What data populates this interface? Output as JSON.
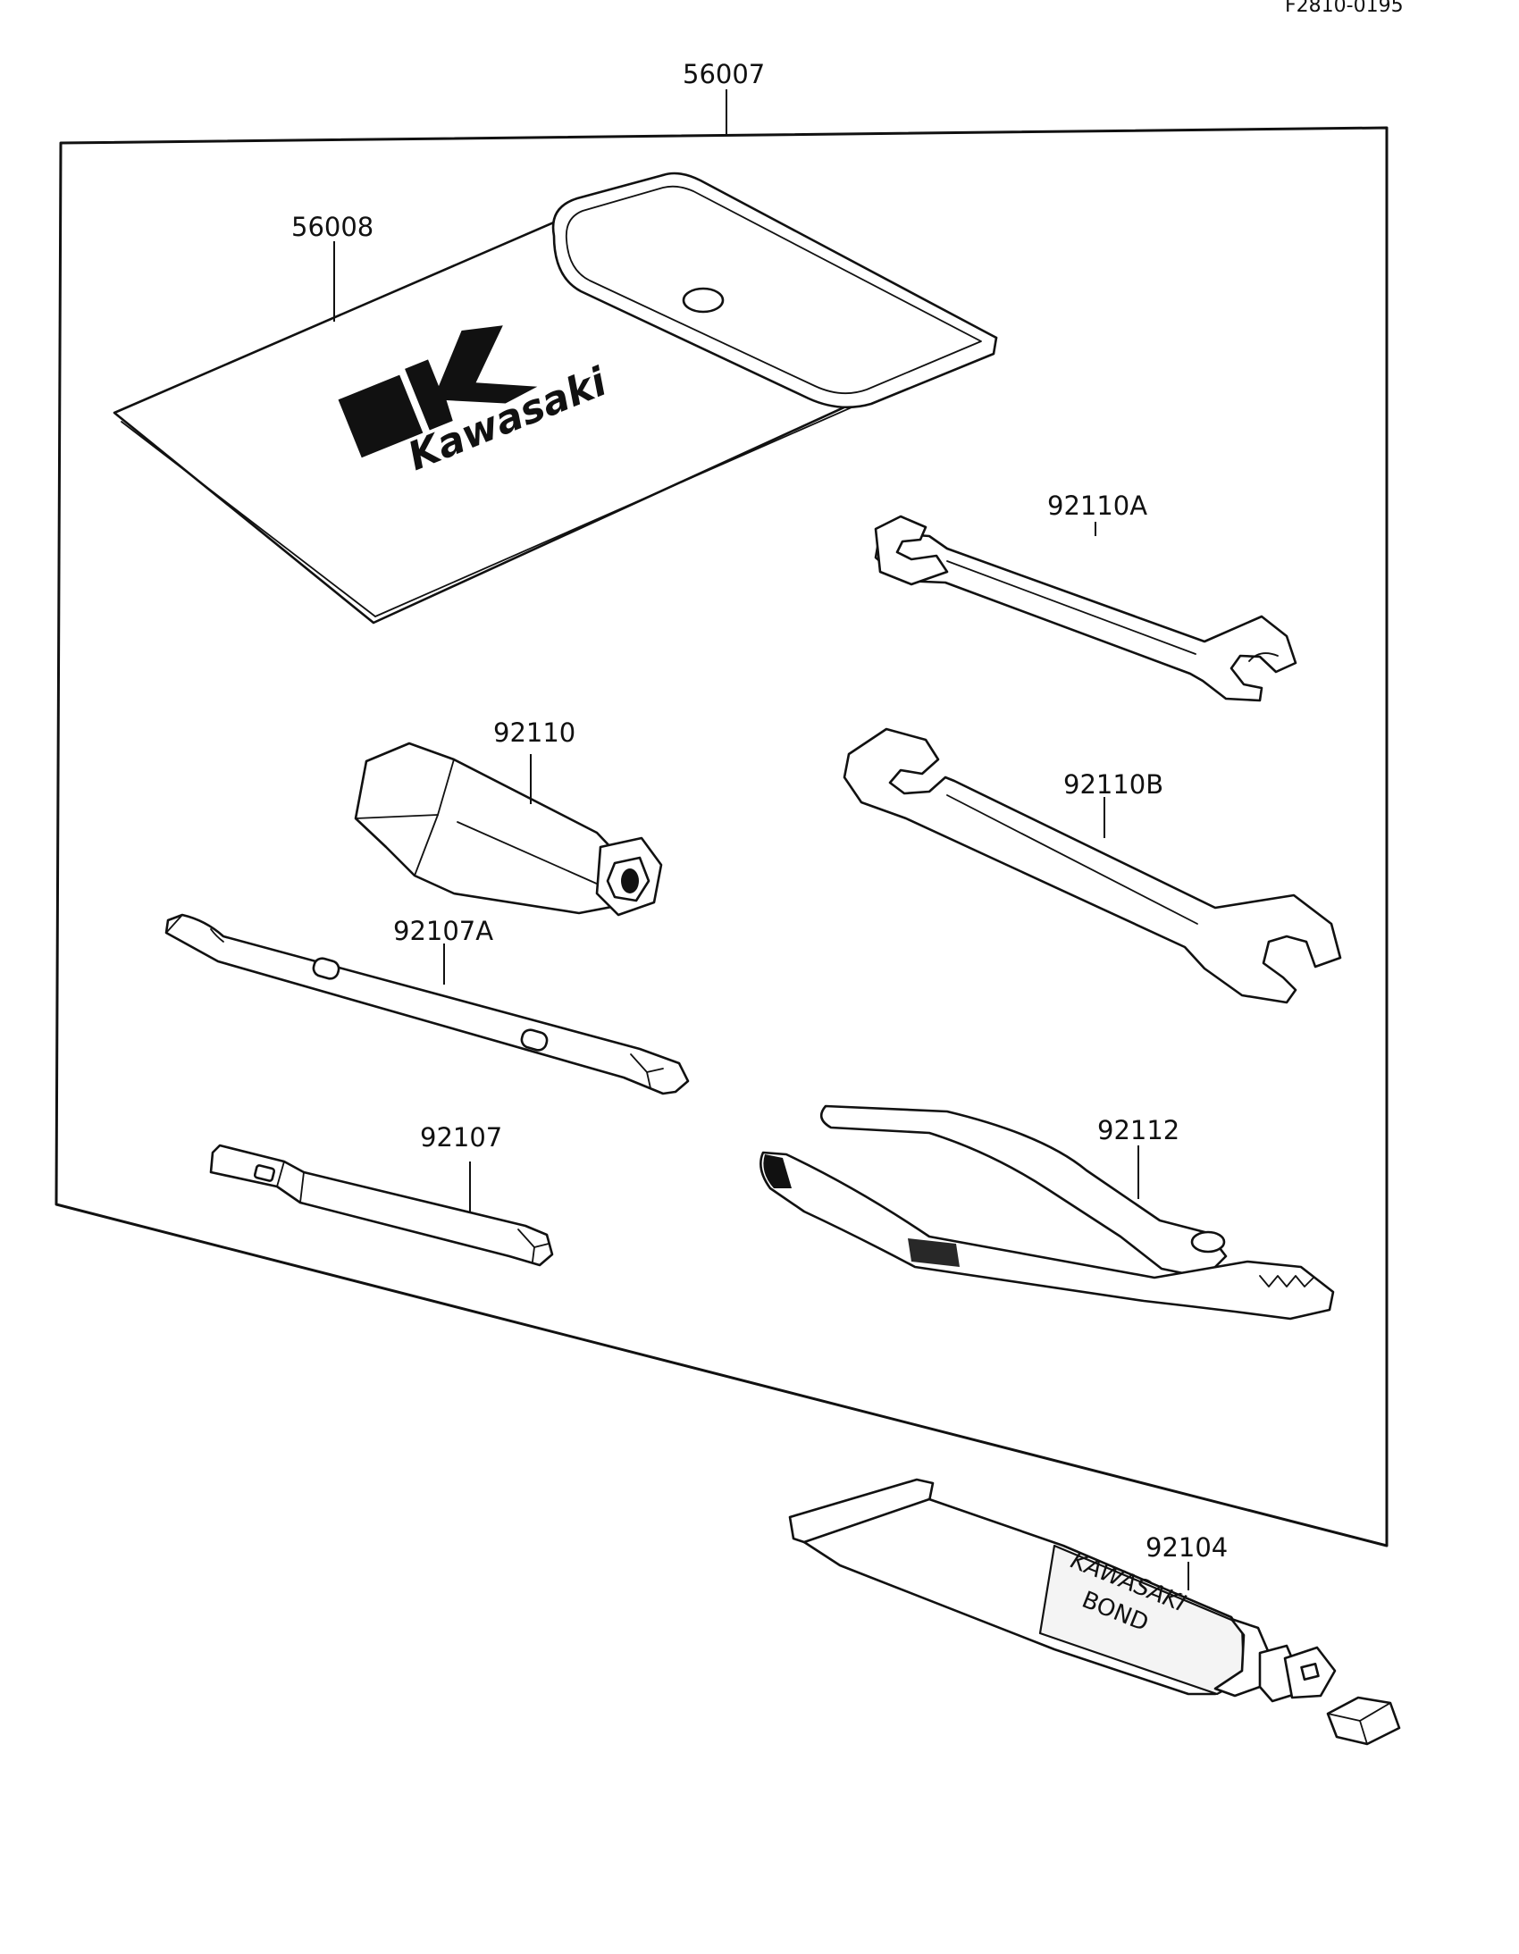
{
  "diagram": {
    "code": "F2810-0195",
    "callouts": {
      "board": "56007",
      "pouch": "56008",
      "wrench_a": "92110A",
      "plug_wrench": "92110",
      "wrench_b": "92110B",
      "screwdriver_a": "92107A",
      "screwdriver": "92107",
      "pliers": "92112",
      "bond_tube": "92104"
    },
    "pouch_brand": "Kawasaki",
    "tube_text_line1": "KAWASAKI",
    "tube_text_line2": "BOND"
  },
  "colors": {
    "ink": "#111111",
    "paper": "#ffffff"
  }
}
